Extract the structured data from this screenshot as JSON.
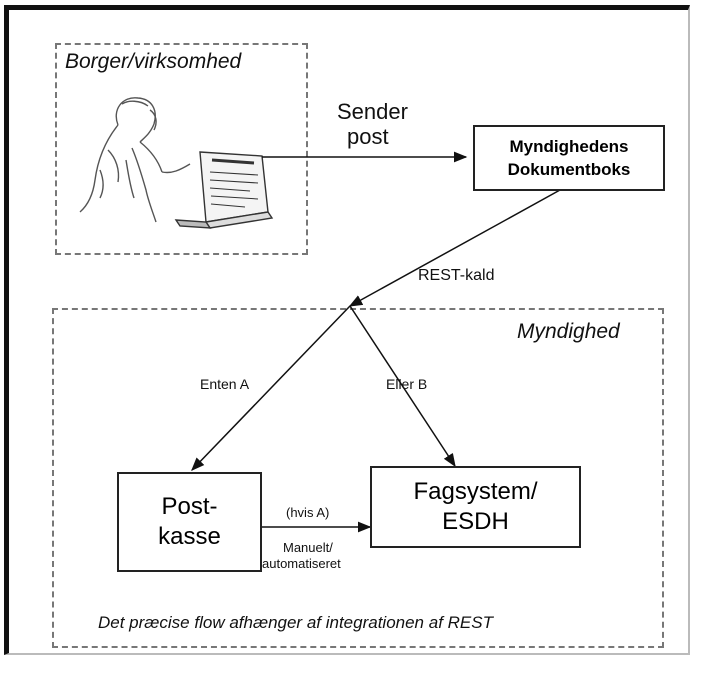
{
  "citizen_region": {
    "label": "Borger/virksomhed"
  },
  "authority_region": {
    "label": "Myndighed",
    "footer": "Det præcise flow afhænger af integrationen af REST"
  },
  "edges": {
    "send": [
      "Sender",
      "post"
    ],
    "rest": "REST-kald",
    "option_a": "Enten A",
    "option_b": "Eller B",
    "if_a": "(hvis A)",
    "manual": [
      "Manuelt/",
      "automatiseret"
    ]
  },
  "nodes": {
    "dokumentboks": [
      "Myndighedens",
      "Dokumentboks"
    ],
    "postkasse": [
      "Post-",
      "kasse"
    ],
    "fagsystem": [
      "Fagsystem/",
      "ESDH"
    ]
  },
  "illustration": {
    "icon": "person-reading-document-icon"
  }
}
